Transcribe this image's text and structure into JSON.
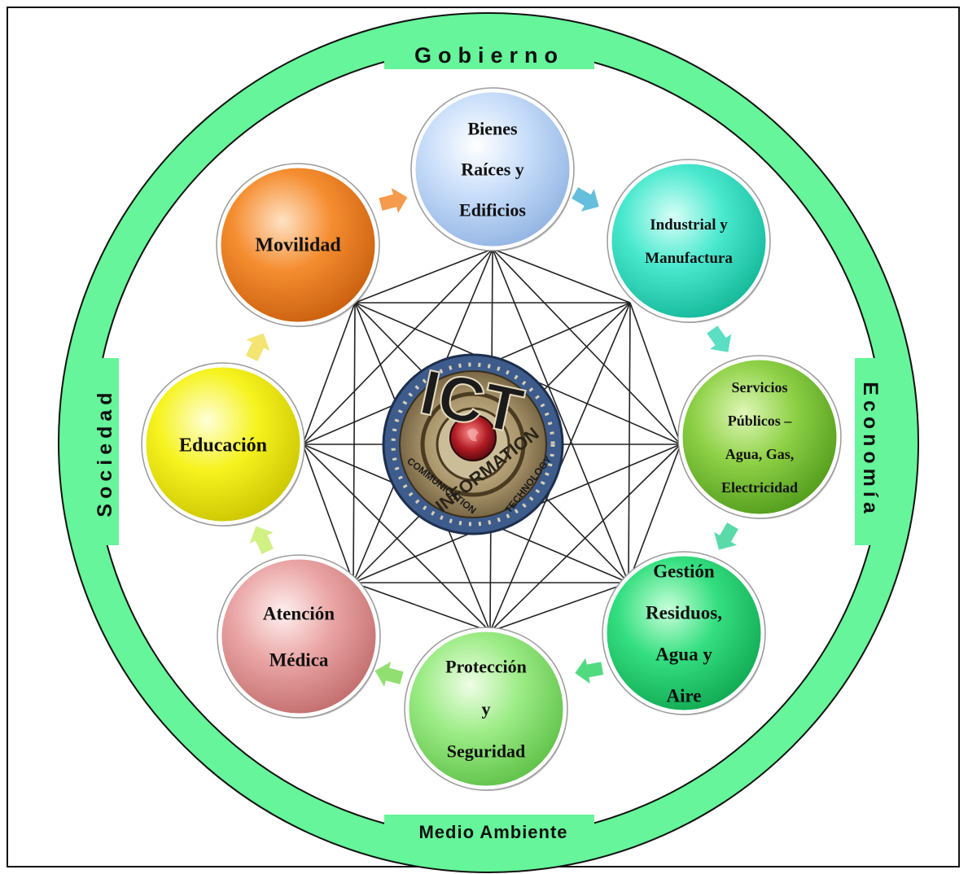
{
  "ring": {
    "top": "Gobierno",
    "bottom": "Medio Ambiente",
    "left": "Sociedad",
    "right": "Economía",
    "color": "#66f59a"
  },
  "center": {
    "big": "ICT",
    "arc1": "INFORMATION",
    "arc2": "COMMUNICATION",
    "arc3": "TECHNOLOGY"
  },
  "nodes": [
    {
      "id": "bienes",
      "lines": [
        "Bienes",
        "Raíces y",
        "Edificios"
      ],
      "color": "#b6d3f5"
    },
    {
      "id": "industrial",
      "lines": [
        "Industrial y",
        "Manufactura"
      ],
      "color": "#3fe3c6"
    },
    {
      "id": "servicios",
      "lines": [
        "Servicios",
        "Públicos –",
        "Agua, Gas,",
        "Electricidad"
      ],
      "color": "#7cc93a"
    },
    {
      "id": "gestion",
      "lines": [
        "Gestión",
        "Residuos,",
        "Agua y",
        "Aire"
      ],
      "color": "#2fd77a"
    },
    {
      "id": "proteccion",
      "lines": [
        "Protección",
        "y",
        "Seguridad"
      ],
      "color": "#8fe67a"
    },
    {
      "id": "atencion",
      "lines": [
        "Atención",
        "Médica"
      ],
      "color": "#e59c9c"
    },
    {
      "id": "educacion",
      "lines": [
        "Educación"
      ],
      "color": "#f2ef1a"
    },
    {
      "id": "movilidad",
      "lines": [
        "Movilidad"
      ],
      "color": "#f28a2e"
    }
  ]
}
